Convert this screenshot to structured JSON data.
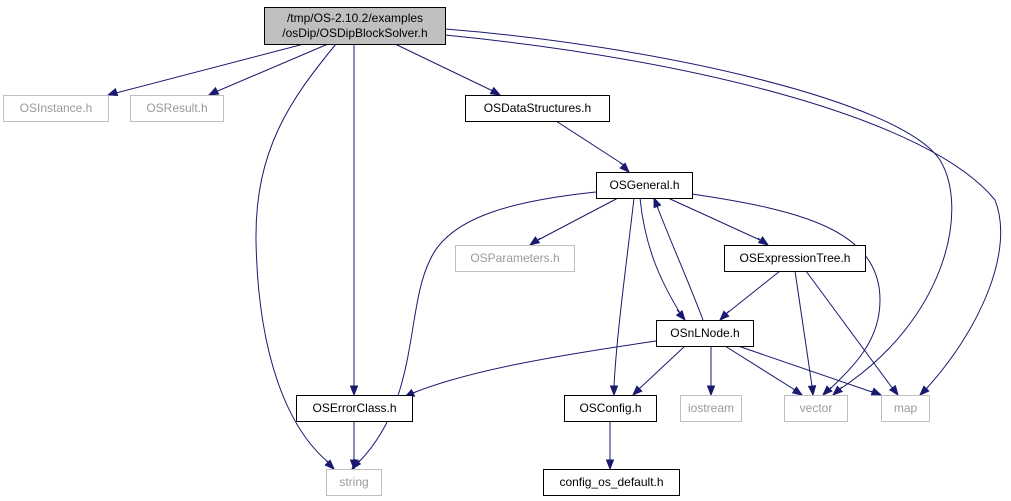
{
  "diagram": {
    "type": "include-dependency-graph",
    "colors": {
      "edge": "#191970",
      "root_fill": "#bfbfbf",
      "external_border": "#bfbfbf",
      "external_text": "#9a9a9a"
    },
    "nodes": [
      {
        "id": "root",
        "lines": [
          "/tmp/OS-2.10.2/examples",
          "/osDip/OSDipBlockSolver.h"
        ],
        "style": "root"
      },
      {
        "id": "osinstance",
        "lines": [
          "OSInstance.h"
        ],
        "style": "external"
      },
      {
        "id": "osresult",
        "lines": [
          "OSResult.h"
        ],
        "style": "external"
      },
      {
        "id": "osdatastructures",
        "lines": [
          "OSDataStructures.h"
        ],
        "style": "local"
      },
      {
        "id": "osgeneral",
        "lines": [
          "OSGeneral.h"
        ],
        "style": "local"
      },
      {
        "id": "osparameters",
        "lines": [
          "OSParameters.h"
        ],
        "style": "external"
      },
      {
        "id": "osexpressiontree",
        "lines": [
          "OSExpressionTree.h"
        ],
        "style": "local"
      },
      {
        "id": "osnlnode",
        "lines": [
          "OSnLNode.h"
        ],
        "style": "local"
      },
      {
        "id": "oserrorclass",
        "lines": [
          "OSErrorClass.h"
        ],
        "style": "local"
      },
      {
        "id": "osconfig",
        "lines": [
          "OSConfig.h"
        ],
        "style": "local"
      },
      {
        "id": "iostream",
        "lines": [
          "iostream"
        ],
        "style": "external"
      },
      {
        "id": "vector",
        "lines": [
          "vector"
        ],
        "style": "external"
      },
      {
        "id": "map",
        "lines": [
          "map"
        ],
        "style": "external"
      },
      {
        "id": "string",
        "lines": [
          "string"
        ],
        "style": "external"
      },
      {
        "id": "config_os_default",
        "lines": [
          "config_os_default.h"
        ],
        "style": "local"
      }
    ],
    "edges": [
      {
        "from": "root",
        "to": "osinstance"
      },
      {
        "from": "root",
        "to": "osresult"
      },
      {
        "from": "root",
        "to": "osdatastructures"
      },
      {
        "from": "root",
        "to": "oserrorclass"
      },
      {
        "from": "root",
        "to": "string"
      },
      {
        "from": "root",
        "to": "vector"
      },
      {
        "from": "root",
        "to": "map"
      },
      {
        "from": "osdatastructures",
        "to": "osgeneral"
      },
      {
        "from": "osgeneral",
        "to": "osparameters"
      },
      {
        "from": "osgeneral",
        "to": "osexpressiontree"
      },
      {
        "from": "osgeneral",
        "to": "osnlnode"
      },
      {
        "from": "osgeneral",
        "to": "osconfig"
      },
      {
        "from": "osgeneral",
        "to": "string"
      },
      {
        "from": "osgeneral",
        "to": "vector"
      },
      {
        "from": "osexpressiontree",
        "to": "osnlnode"
      },
      {
        "from": "osexpressiontree",
        "to": "vector"
      },
      {
        "from": "osexpressiontree",
        "to": "map"
      },
      {
        "from": "osnlnode",
        "to": "osgeneral"
      },
      {
        "from": "osnlnode",
        "to": "oserrorclass"
      },
      {
        "from": "osnlnode",
        "to": "osconfig"
      },
      {
        "from": "osnlnode",
        "to": "iostream"
      },
      {
        "from": "osnlnode",
        "to": "vector"
      },
      {
        "from": "osnlnode",
        "to": "map"
      },
      {
        "from": "oserrorclass",
        "to": "string"
      },
      {
        "from": "osconfig",
        "to": "config_os_default"
      }
    ]
  }
}
